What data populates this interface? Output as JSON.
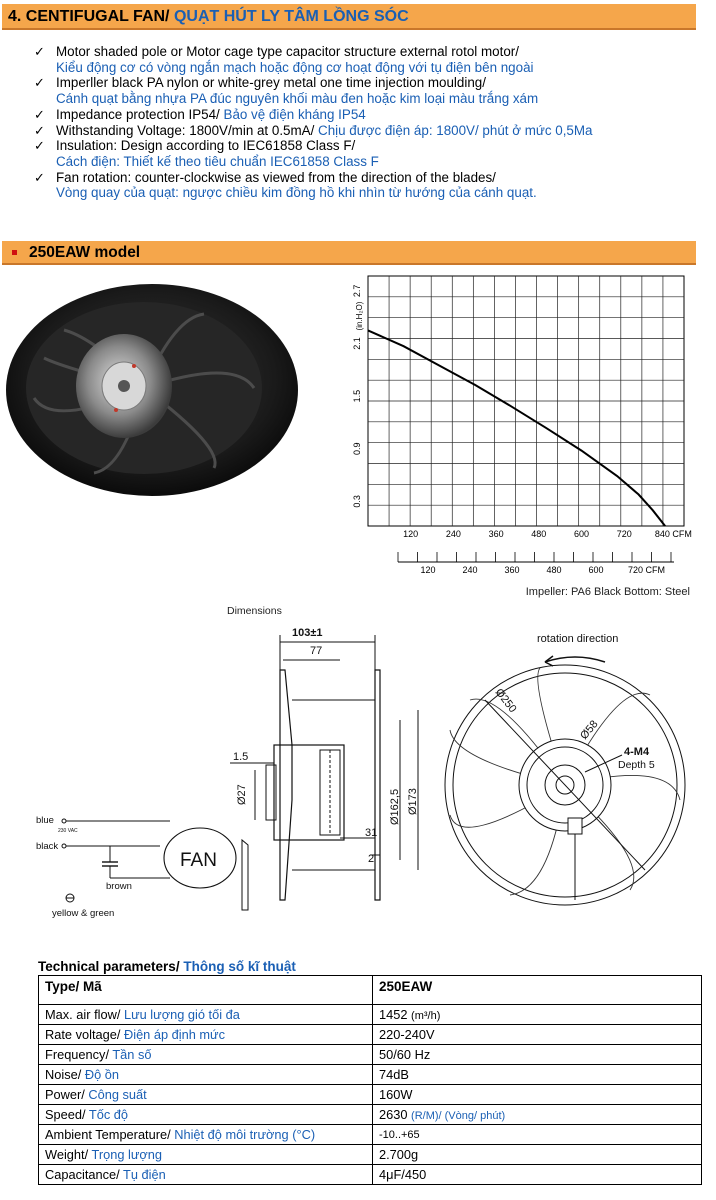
{
  "header": {
    "number": "4.",
    "title_en": "CENTIFUGAL FAN/",
    "title_vi": "QUẠT HÚT LY TÂM LỒNG SÓC"
  },
  "features": [
    {
      "en": "Motor shaded pole or Motor cage type capacitor structure external rotol motor/",
      "vi": "Kiểu động cơ có vòng ngắn mạch hoặc động cơ hoạt động với tụ điện bên ngoài"
    },
    {
      "en": "Imperller black PA nylon or white-grey metal one time injection moulding/",
      "vi": "Cánh quạt bằng nhựa PA đúc nguyên khối màu đen hoặc kim loại màu trắng xám"
    },
    {
      "en": "Impedance protection IP54/",
      "vi": "Bảo vệ điện kháng IP54"
    },
    {
      "en": "Withstanding Voltage: 1800V/min at 0.5mA/",
      "vi": "Chịu được điện áp: 1800V/ phút ở mức 0,5Ma"
    },
    {
      "en": "Insulation: Design according to IEC61858 Class F/",
      "vi": "Cách điện: Thiết kế theo tiêu chuẩn IEC61858 Class F"
    },
    {
      "en": "Fan rotation: counter-clockwise as viewed from the direction of the blades/",
      "vi": "Vòng quay của quạt: ngược chiều kim đồng hồ khi nhìn từ hướng của cánh quạt."
    }
  ],
  "model": {
    "name": "250EAW model"
  },
  "chart_data": {
    "type": "line",
    "title": "",
    "ylabel": "(in.H₂O)",
    "xlabel": "CFM",
    "ylim": [
      0,
      2.85
    ],
    "xlim": [
      0,
      888
    ],
    "y_ticks": [
      "0.3",
      "0.9",
      "1.5",
      "2.1",
      "2.7"
    ],
    "x_ticks_top": [
      "120",
      "240",
      "360",
      "480",
      "600",
      "720",
      "840 CFM"
    ],
    "x_ticks_bottom": [
      "120",
      "240",
      "360",
      "480",
      "600",
      "720 CFM"
    ],
    "grid": true,
    "series": [
      {
        "values": [
          [
            0,
            2.23
          ],
          [
            100,
            2.05
          ],
          [
            200,
            1.83
          ],
          [
            300,
            1.61
          ],
          [
            400,
            1.37
          ],
          [
            500,
            1.12
          ],
          [
            600,
            0.86
          ],
          [
            700,
            0.57
          ],
          [
            760,
            0.36
          ],
          [
            800,
            0.18
          ],
          [
            835,
            0.0
          ]
        ]
      }
    ],
    "note": "Impeller: PA6 Black Bottom: Steel"
  },
  "dimensions": {
    "title": "Dimensions",
    "d_103": "103±1",
    "d_77": "77",
    "d_15": "1.5",
    "d_27": "Ø27",
    "d_1625": "Ø162,5",
    "d_173": "Ø173",
    "d_31": "31",
    "d_2": "2",
    "d_250": "Ø250",
    "d_58": "Ø58",
    "m4": "4-M4",
    "depth": "Depth 5",
    "rotation": "rotation direction"
  },
  "wiring": {
    "blue": "blue",
    "vac": "230 VAC",
    "black": "black",
    "fan": "FAN",
    "brown": "brown",
    "yellow": "yellow & green"
  },
  "tech": {
    "title_en": "Technical parameters/",
    "title_vi": "Thông số kĩ thuật",
    "head": {
      "en": "Type/ Mã",
      "value": "250EAW"
    },
    "rows": [
      {
        "en": "Max. air flow/",
        "vi": "Lưu lượng gió tối đa",
        "value": "1452",
        "unit": "(m³/h)"
      },
      {
        "en": "Rate voltage/",
        "vi": "Điện áp định mức",
        "value": "220-240V",
        "unit": ""
      },
      {
        "en": "Frequency/",
        "vi": "Tần số",
        "value": "50/60 Hz",
        "unit": ""
      },
      {
        "en": "Noise/",
        "vi": "Độ ồn",
        "value": "74dB",
        "unit": ""
      },
      {
        "en": "Power/",
        "vi": "Công suất",
        "value": "160W",
        "unit": ""
      },
      {
        "en": "Speed/",
        "vi": "Tốc độ",
        "value": "2630",
        "unit": "(R/M)/ (Vòng/ phút)"
      },
      {
        "en": "Ambient Temperature/",
        "vi": "Nhiệt độ môi trường (°C)",
        "value": "-10..+65",
        "unit": ""
      },
      {
        "en": "Weight/",
        "vi": "Trọng lượng",
        "value": "2.700g",
        "unit": ""
      },
      {
        "en": "Capacitance/",
        "vi": "Tụ điện",
        "value": "4μF/450",
        "unit": ""
      }
    ]
  }
}
